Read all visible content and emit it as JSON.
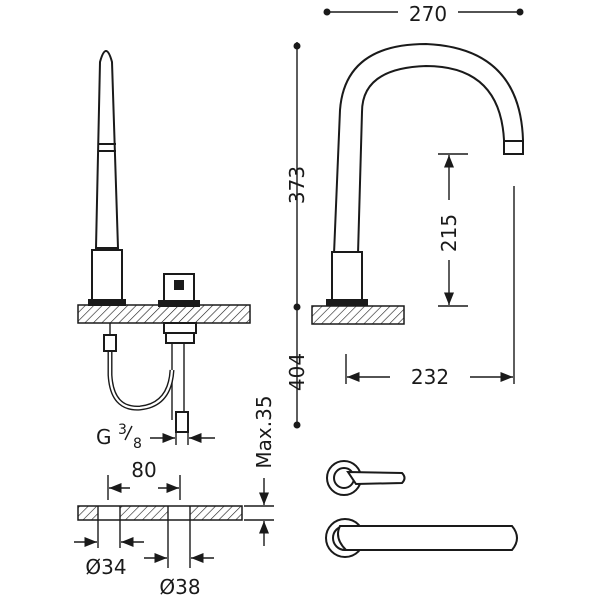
{
  "dimensions": {
    "spout_reach": "270",
    "total_height": "373",
    "outlet_height": "215",
    "outlet_projection": "232",
    "below_deck": "404",
    "deck_thickness": "Max.35",
    "connection_thread_prefix": "G",
    "connection_thread_num": "3",
    "connection_thread_den": "8",
    "hole_spacing": "80",
    "hole_diameter_small": "Ø34",
    "hole_diameter_large": "Ø38"
  }
}
